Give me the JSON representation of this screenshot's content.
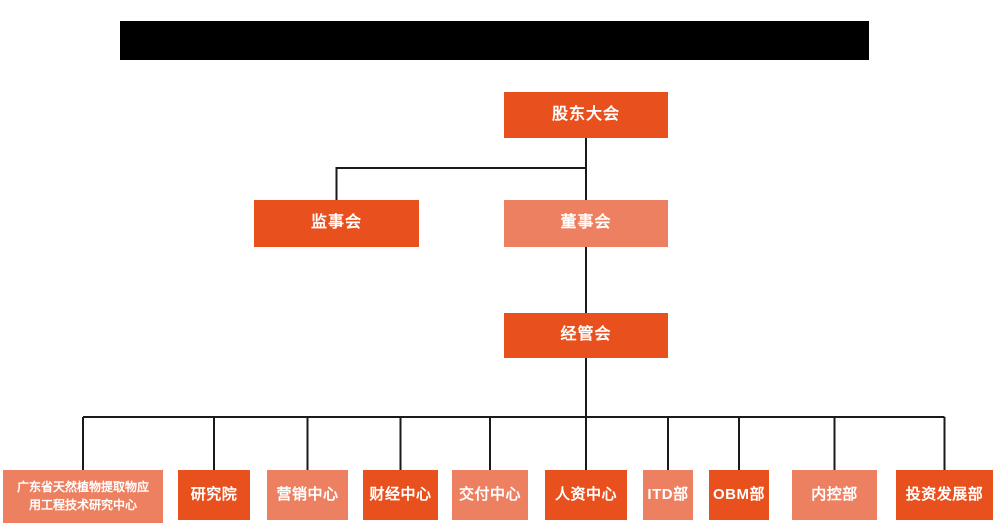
{
  "colors": {
    "dark_orange": "#E8501E",
    "light_orange": "#ED8061",
    "line": "#1A1A1A",
    "redacted_bar": "#000000"
  },
  "header": {
    "redacted": true
  },
  "org_chart": {
    "type": "org-tree",
    "root": {
      "label": "股东大会",
      "tone": "dark"
    },
    "level2": [
      {
        "label": "监事会",
        "tone": "dark"
      },
      {
        "label": "董事会",
        "tone": "light"
      }
    ],
    "level3": [
      {
        "label": "经管会",
        "tone": "dark"
      }
    ],
    "departments": [
      {
        "label": "广东省天然植物提取物应用工程技术研究中心",
        "tone": "light"
      },
      {
        "label": "研究院",
        "tone": "dark"
      },
      {
        "label": "营销中心",
        "tone": "light"
      },
      {
        "label": "财经中心",
        "tone": "dark"
      },
      {
        "label": "交付中心",
        "tone": "light"
      },
      {
        "label": "人资中心",
        "tone": "dark"
      },
      {
        "label": "ITD部",
        "tone": "light"
      },
      {
        "label": "OBM部",
        "tone": "dark"
      },
      {
        "label": "内控部",
        "tone": "light"
      },
      {
        "label": "投资发展部",
        "tone": "dark"
      }
    ],
    "edges": [
      {
        "from": "股东大会",
        "to": "监事会"
      },
      {
        "from": "股东大会",
        "to": "董事会"
      },
      {
        "from": "董事会",
        "to": "经管会"
      },
      {
        "from": "经管会",
        "to": "广东省天然植物提取物应用工程技术研究中心"
      },
      {
        "from": "经管会",
        "to": "研究院"
      },
      {
        "from": "经管会",
        "to": "营销中心"
      },
      {
        "from": "经管会",
        "to": "财经中心"
      },
      {
        "from": "经管会",
        "to": "交付中心"
      },
      {
        "from": "经管会",
        "to": "人资中心"
      },
      {
        "from": "经管会",
        "to": "ITD部"
      },
      {
        "from": "经管会",
        "to": "OBM部"
      },
      {
        "from": "经管会",
        "to": "内控部"
      },
      {
        "from": "经管会",
        "to": "投资发展部"
      }
    ]
  }
}
